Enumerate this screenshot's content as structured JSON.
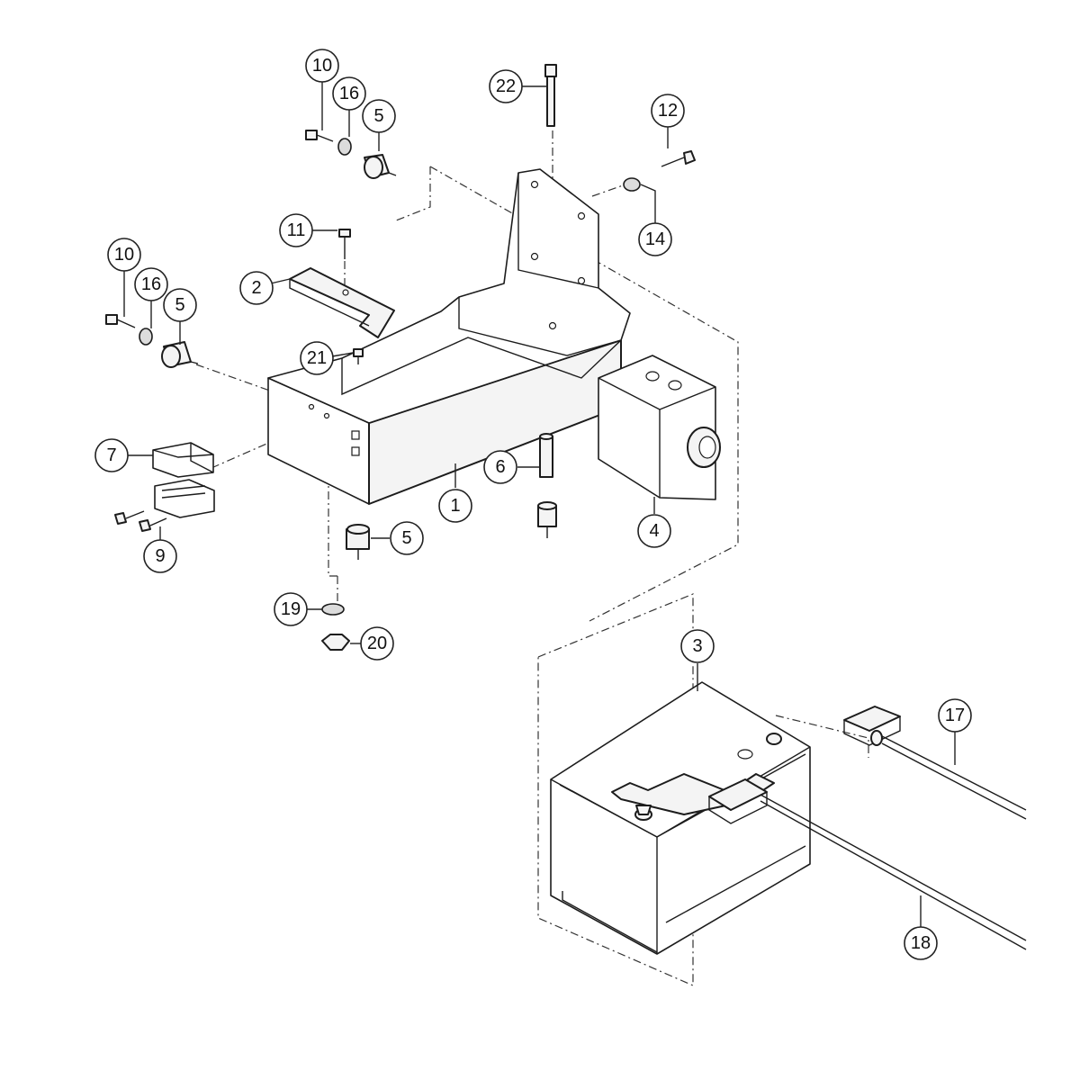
{
  "diagram": {
    "type": "exploded-parts-diagram",
    "callout_labels": {
      "c1": "1",
      "c2": "2",
      "c3": "3",
      "c4": "4",
      "c5a": "5",
      "c5b": "5",
      "c5c": "5",
      "c6": "6",
      "c7": "7",
      "c9": "9",
      "c10a": "10",
      "c10b": "10",
      "c11": "11",
      "c12": "12",
      "c14": "14",
      "c16a": "16",
      "c16b": "16",
      "c17": "17",
      "c18": "18",
      "c19": "19",
      "c20": "20",
      "c21": "21",
      "c22": "22"
    }
  }
}
